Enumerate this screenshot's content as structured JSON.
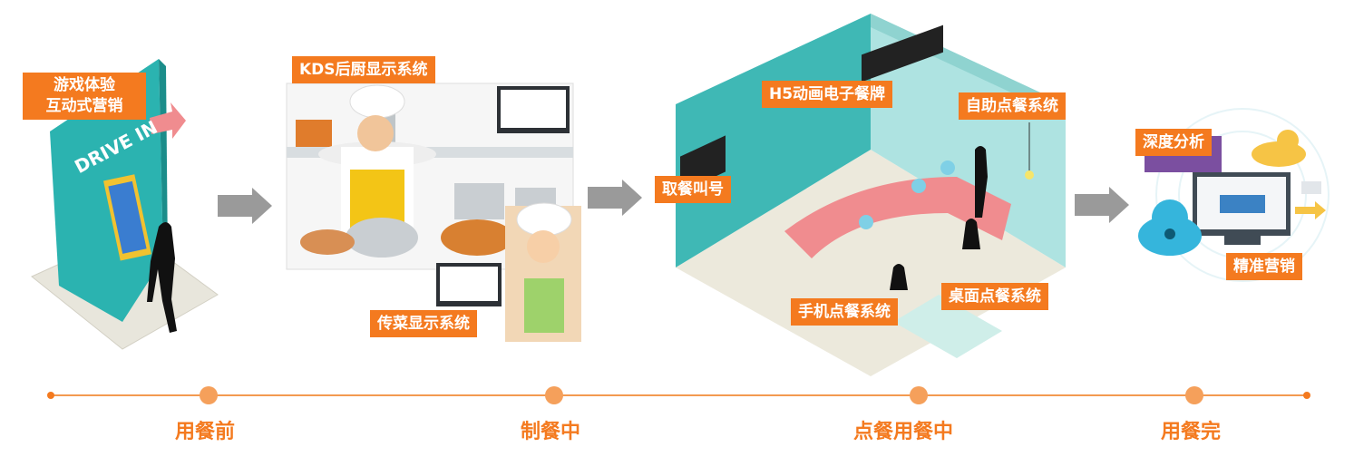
{
  "colors": {
    "accent": "#f47a1f",
    "timeline": "#f39a50",
    "arrow": "#9a9a9a",
    "teal": "#3fb8b5",
    "pink": "#f08c8f"
  },
  "labels": {
    "game_marketing": "游戏体验\n互动式营销",
    "kds": "KDS后厨显示系统",
    "serve_display": "传菜显示系统",
    "call_number": "取餐叫号",
    "h5_menu": "H5动画电子餐牌",
    "self_order": "自助点餐系统",
    "phone_order": "手机点餐系统",
    "table_order": "桌面点餐系统",
    "analysis": "深度分析",
    "marketing": "精准营销",
    "drive_in": "DRIVE IN"
  },
  "stages": [
    "用餐前",
    "制餐中",
    "点餐用餐中",
    "用餐完"
  ],
  "icons": [
    "flow-arrow-icon",
    "person-silhouette-icon",
    "cloud-lock-icon",
    "gear-cloud-icon",
    "envelope-icon",
    "monitor-icon"
  ]
}
